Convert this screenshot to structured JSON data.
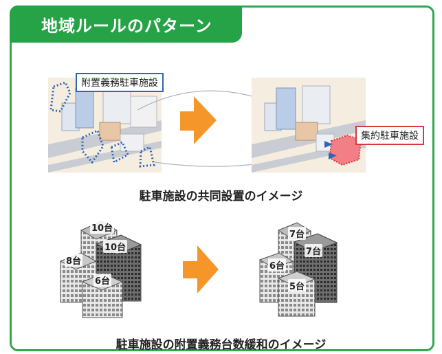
{
  "title": "地域ルールのパターン",
  "top_section": {
    "left_label": "附置義務駐車施設",
    "right_label": "集約駐車施設",
    "caption": "駐車施設の共同設置のイメージ"
  },
  "bottom_section": {
    "before_counts": [
      "10台",
      "10台",
      "8台",
      "6台"
    ],
    "after_counts": [
      "7台",
      "7台",
      "6台",
      "5台"
    ],
    "caption": "駐車施設の附置義務台数緩和のイメージ"
  },
  "colors": {
    "frame_green": "#2fa84f",
    "arrow_orange": "#f5962a",
    "label_blue": "#2f64b8",
    "label_red": "#d8393f"
  }
}
